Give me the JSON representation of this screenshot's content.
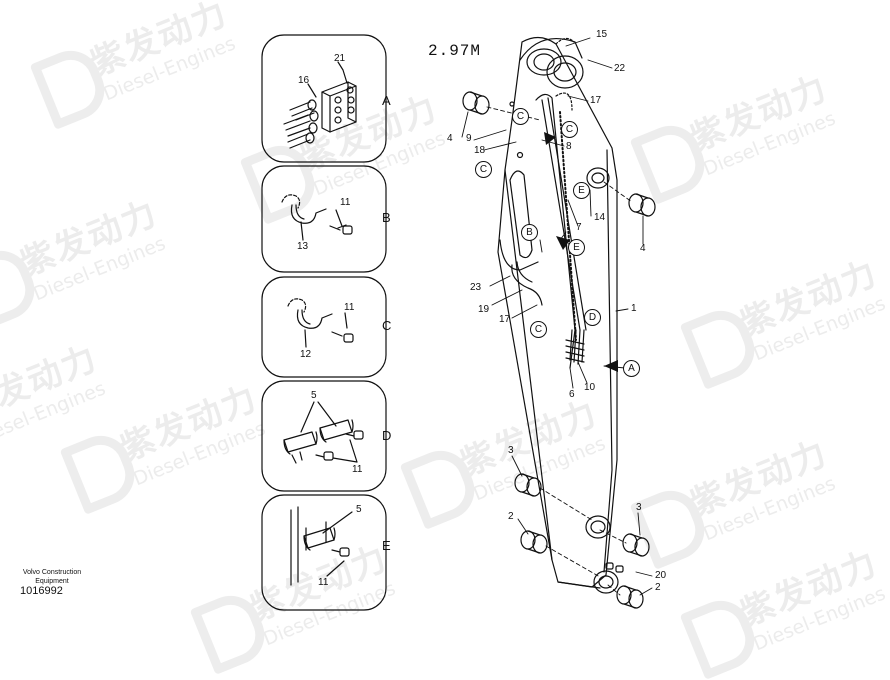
{
  "title": "2.97M",
  "maker": "Volvo Construction Equipment",
  "part_number": "1016992",
  "watermark": {
    "cn": "紫发动力",
    "en": "Diesel-Engines"
  },
  "panels": [
    {
      "letter": "A",
      "labels": [
        "21",
        "16"
      ]
    },
    {
      "letter": "B",
      "labels": [
        "11",
        "13"
      ]
    },
    {
      "letter": "C",
      "labels": [
        "11",
        "12"
      ]
    },
    {
      "letter": "D",
      "labels": [
        "5",
        "11"
      ]
    },
    {
      "letter": "E",
      "labels": [
        "5",
        "11"
      ]
    }
  ],
  "callouts": [
    "15",
    "22",
    "17",
    "4",
    "9",
    "18",
    "8",
    "14",
    "7",
    "4",
    "23",
    "19",
    "17",
    "1",
    "10",
    "6",
    "3",
    "3",
    "2",
    "20",
    "2"
  ],
  "circle_markers": [
    "C",
    "C",
    "C",
    "E",
    "B",
    "E",
    "D",
    "C",
    "A"
  ]
}
